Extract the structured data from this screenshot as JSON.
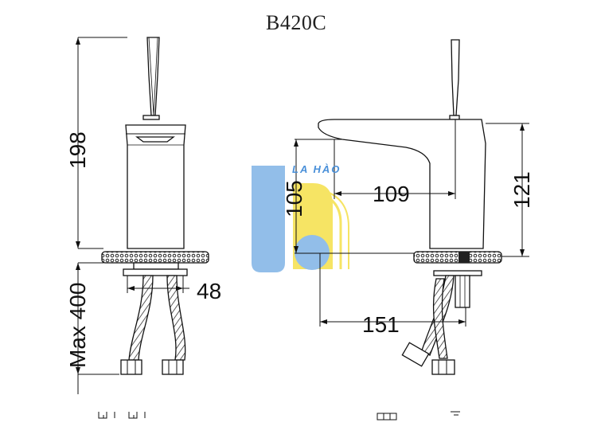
{
  "title": "B420C",
  "watermark": {
    "text": "LA HÀO"
  },
  "dimensions": {
    "height_front": "198",
    "hose_length": "Max 400",
    "inlet_spacing": "48",
    "spout_reach": "109",
    "spout_height": "105",
    "body_height": "121",
    "base_to_hose": "151"
  }
}
